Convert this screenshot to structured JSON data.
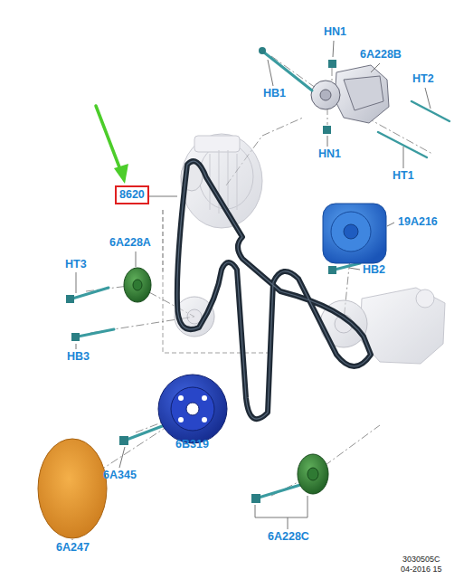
{
  "diagram": {
    "nodes": [
      {
        "text": [
          "8620"
        ]
      }
    ],
    "labels": [
      "HN1",
      "6A228B",
      "HB1",
      "HT2",
      "HN1",
      "HT1",
      "19A216",
      "HB2",
      "6A228A",
      "HT3",
      "HB3",
      "6A345",
      "6B319",
      "6A247",
      "6A228C",
      "3030505C",
      "04-2016 15"
    ]
  }
}
